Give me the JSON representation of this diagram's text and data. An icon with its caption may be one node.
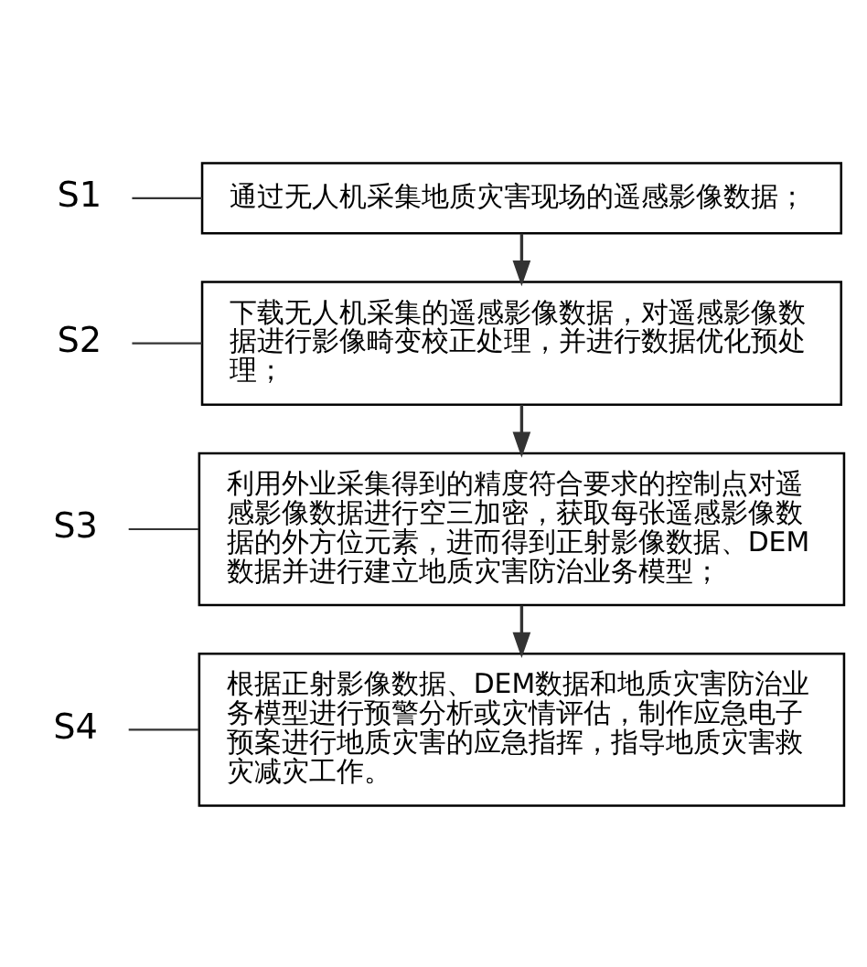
{
  "diagram": {
    "nodes": [
      {
        "text": [
          "S1"
        ]
      },
      {
        "text": [
          "通过无人机采集地质灾害现场的遥感影像数据；"
        ]
      },
      {
        "text": [
          "S2"
        ]
      },
      {
        "text": [
          "下载无人机采集的遥感影像数据，对遥感影像数据进行影像畸变校正处理，并进行数据优化预处理；"
        ]
      },
      {
        "text": [
          "S3"
        ]
      },
      {
        "text": [
          "利用外业采集得到的精度符合要求的控制点对遥感影像数据进行空三加密，获取每张遥感影像数据的外方位元素，进而得到正射影像数据、DEM数据并进行建立地质灾害防治业务模型；"
        ]
      },
      {
        "text": [
          "S4"
        ]
      },
      {
        "text": [
          "根据正射影像数据、DEM数据和地质灾害防治业务模型进行预警分析或灾情评估，制作应急电子预案进行地质灾害的应急指挥，指导地质灾害救灾减灾工作。"
        ]
      }
    ],
    "edges": [
      {
        "from": 0,
        "to": 1,
        "arrow": "none"
      },
      {
        "from": 1,
        "to": 3,
        "arrow": "to"
      },
      {
        "from": 2,
        "to": 3,
        "arrow": "none"
      },
      {
        "from": 3,
        "to": 5,
        "arrow": "to"
      },
      {
        "from": 4,
        "to": 5,
        "arrow": "none"
      },
      {
        "from": 5,
        "to": 7,
        "arrow": "to"
      },
      {
        "from": 6,
        "to": 7,
        "arrow": "none"
      }
    ]
  }
}
